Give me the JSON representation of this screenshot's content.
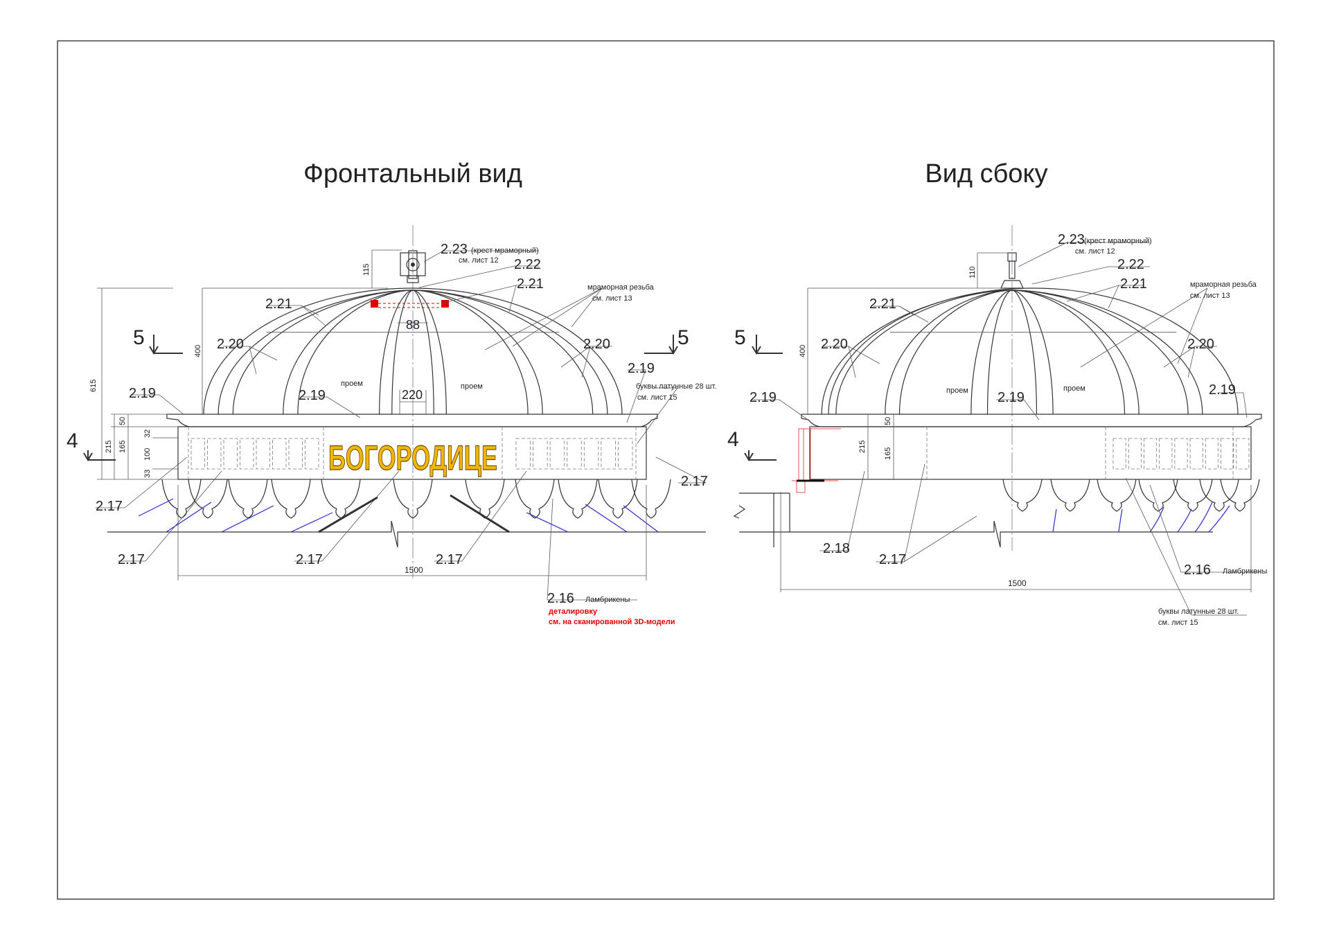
{
  "titles": {
    "front": "Фронтальный вид",
    "side": "Вид сбоку"
  },
  "colors": {
    "lettering": "#f2b705",
    "note_red": "#e00000",
    "hatch_blue": "#2a2ad0",
    "marker_red": "#e00000"
  },
  "front": {
    "inscription": "БОГОРОДИЦЕ",
    "labels": {
      "l223": "2.23",
      "cross_note": "(крест мраморный)",
      "sheet12": "см. лист 12",
      "l222": "2.22",
      "l221a": "2.21",
      "l221b": "2.21",
      "carving": "мраморная резьба",
      "sheet13": "см. лист 13",
      "d88": "88",
      "sec5a": "5",
      "sec5b": "5",
      "l220a": "2.20",
      "l220b": "2.20",
      "l219a": "2.19",
      "l219b": "2.19",
      "l219c": "2.19",
      "opening_a": "проем",
      "opening_b": "проем",
      "d220": "220",
      "letters": "буквы латунные   28 шт.",
      "sheet15": "см. лист 15",
      "sec4": "4",
      "l217a": "2.17",
      "l217b": "2.17",
      "l217c": "2.17",
      "l217d": "2.17",
      "l217e": "2.17",
      "d1500": "1500",
      "l216": "2.16",
      "lambrequins": "Ламбрикены",
      "detail_note": "деталировку",
      "detail_note2": "см. на сканированной 3D-модели",
      "d615": "615",
      "d400": "400",
      "d115": "115",
      "d215": "215",
      "d165": "165",
      "d50": "50",
      "d32": "32",
      "d100": "100",
      "d33": "33"
    }
  },
  "side": {
    "labels": {
      "l223": "2.23",
      "cross_note": "(крест мраморный)",
      "sheet12": "см. лист 12",
      "l222": "2.22",
      "l221a": "2.21",
      "l221b": "2.21",
      "carving": "мраморная резьба",
      "sheet13": "см. лист 13",
      "sec5": "5",
      "l220a": "2.20",
      "l220b": "2.20",
      "opening_a": "проем",
      "opening_b": "проем",
      "l219a": "2.19",
      "l219b": "2.19",
      "l219c": "2.19",
      "sec4": "4",
      "d110": "110",
      "d400": "400",
      "d215": "215",
      "d50": "50",
      "d165": "165",
      "l218": "2.18",
      "l217": "2.17",
      "l216": "2.16",
      "lambrequins": "Ламбрикены",
      "letters": "буквы латунные   28 шт.",
      "sheet15": "см. лист 15",
      "d1500": "1500"
    }
  }
}
